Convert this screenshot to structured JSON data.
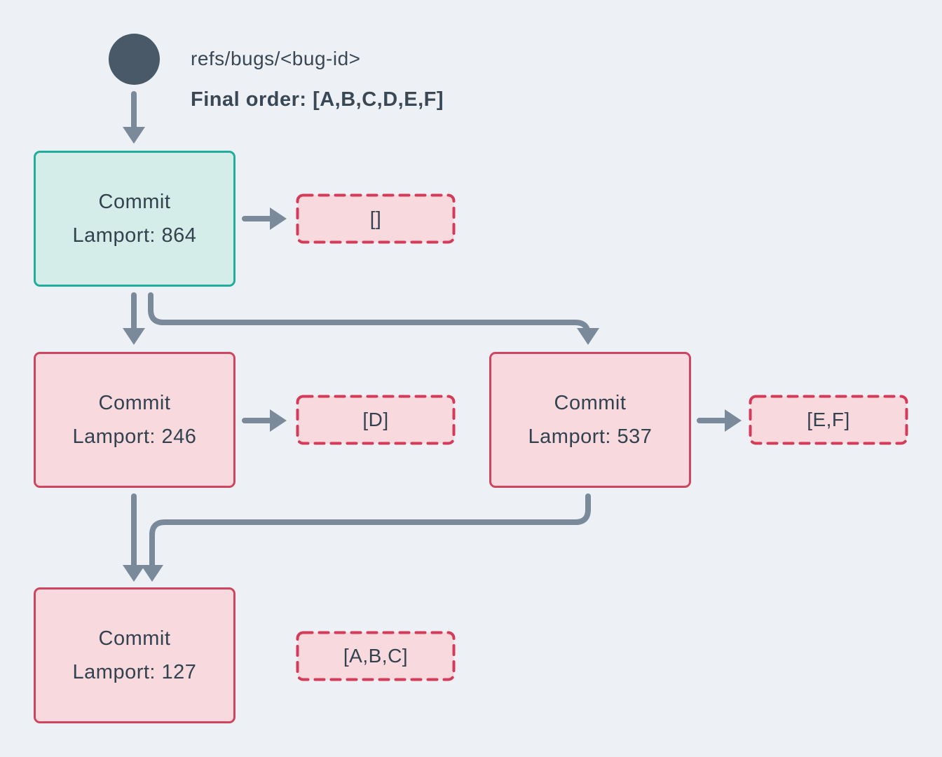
{
  "header": {
    "ref_label": "refs/bugs/<bug-id>",
    "final_order_label": "Final order: [A,B,C,D,E,F]"
  },
  "nodes": [
    {
      "id": "commit-864",
      "title": "Commit",
      "lamport": "Lamport: 864",
      "variant": "teal",
      "result": "[]"
    },
    {
      "id": "commit-246",
      "title": "Commit",
      "lamport": "Lamport: 246",
      "variant": "pink",
      "result": "[D]"
    },
    {
      "id": "commit-537",
      "title": "Commit",
      "lamport": "Lamport: 537",
      "variant": "pink",
      "result": "[E,F]"
    },
    {
      "id": "commit-127",
      "title": "Commit",
      "lamport": "Lamport: 127",
      "variant": "pink",
      "result": "[A,B,C]"
    }
  ],
  "edges": [
    {
      "from": "refs/bugs/<bug-id>",
      "to": "commit-864"
    },
    {
      "from": "commit-864",
      "to": "result-[]"
    },
    {
      "from": "commit-864",
      "to": "commit-246"
    },
    {
      "from": "commit-864",
      "to": "commit-537"
    },
    {
      "from": "commit-246",
      "to": "result-[D]"
    },
    {
      "from": "commit-537",
      "to": "result-[E,F]"
    },
    {
      "from": "commit-246",
      "to": "commit-127"
    },
    {
      "from": "commit-537",
      "to": "commit-127"
    },
    {
      "from": "commit-127",
      "to": "result-[A,B,C]"
    }
  ],
  "colors": {
    "background": "#edf1f5",
    "ref_dot": "#4a5968",
    "arrow": "#7b8a9b",
    "teal_border": "#21ad9d",
    "teal_fill": "#d5ede9",
    "pink_border": "#cf4560",
    "pink_dashed_border": "#d53a58",
    "pink_fill": "#f8dade",
    "text": "#33424f"
  }
}
